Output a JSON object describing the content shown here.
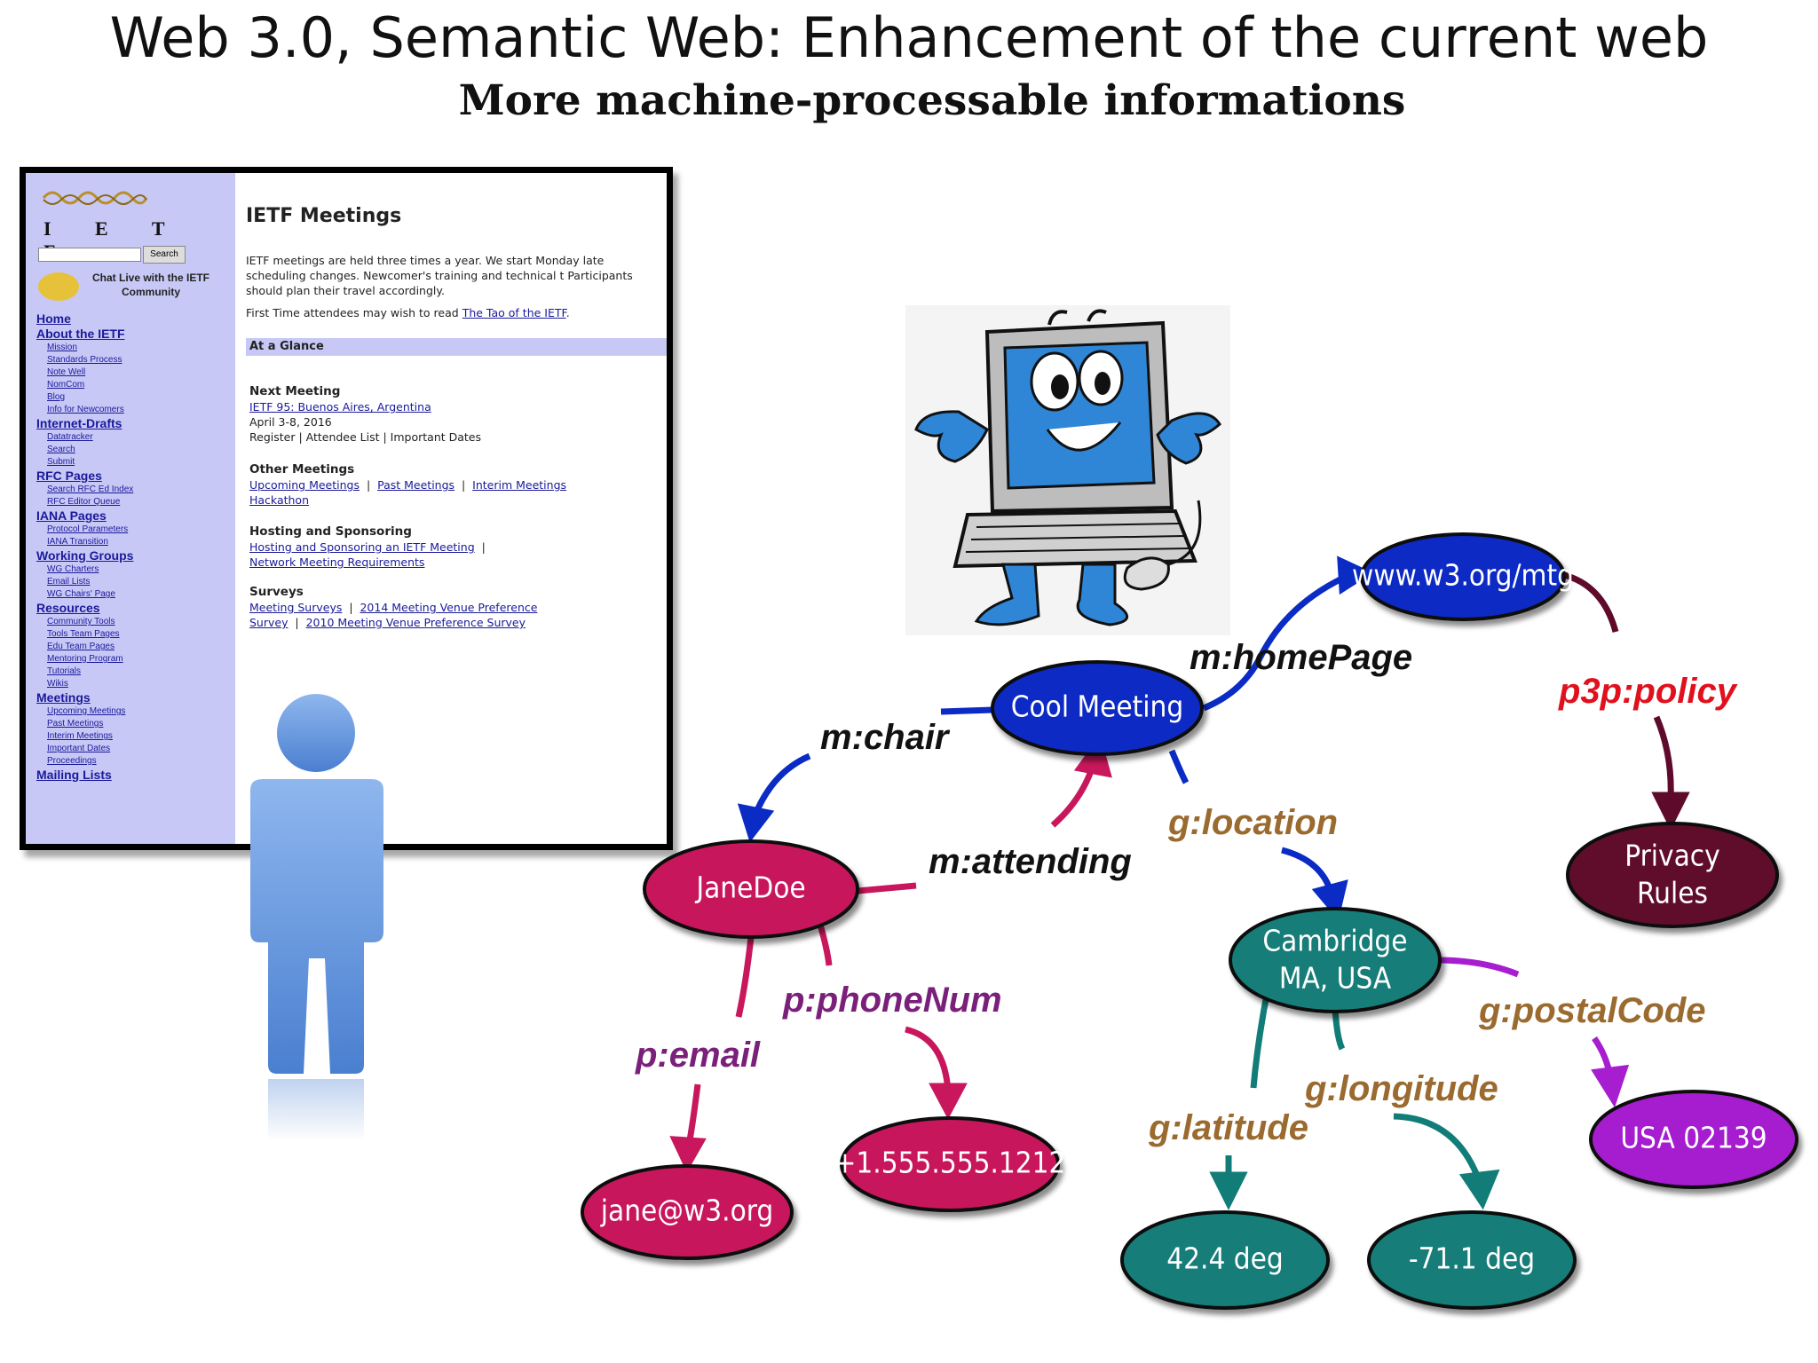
{
  "title": "Web 3.0, Semantic Web: Enhancement of the current web",
  "subtitle": "More machine-processable informations",
  "ietf_page": {
    "logo": "I E T F",
    "search_button": "Search",
    "chat_text": "Chat Live with the IETF Community",
    "nav": [
      {
        "label": "Home",
        "subs": []
      },
      {
        "label": "About the IETF",
        "subs": [
          "Mission",
          "Standards Process",
          "Note Well",
          "NomCom",
          "Blog",
          "Info for Newcomers"
        ]
      },
      {
        "label": "Internet-Drafts",
        "subs": [
          "Datatracker",
          "Search",
          "Submit"
        ]
      },
      {
        "label": "RFC Pages",
        "subs": [
          "Search RFC Ed Index",
          "RFC Editor Queue"
        ]
      },
      {
        "label": "IANA Pages",
        "subs": [
          "Protocol Parameters",
          "IANA Transition"
        ]
      },
      {
        "label": "Working Groups",
        "subs": [
          "WG Charters",
          "Email Lists",
          "WG Chairs' Page"
        ]
      },
      {
        "label": "Resources",
        "subs": [
          "Community Tools",
          "Tools Team Pages",
          "Edu Team Pages",
          "Mentoring Program",
          "Tutorials",
          "Wikis"
        ]
      },
      {
        "label": "Meetings",
        "subs": [
          "Upcoming Meetings",
          "Past Meetings",
          "Interim Meetings",
          "Important Dates",
          "Proceedings"
        ]
      },
      {
        "label": "Mailing Lists",
        "subs": []
      }
    ],
    "heading": "IETF Meetings",
    "intro": "IETF meetings are held three times a year. We start Monday late scheduling changes. Newcomer's training and technical t Participants should plan their travel accordingly.",
    "first_time_text": "First Time attendees may wish to read",
    "first_time_link": "The Tao of the IETF",
    "at_a_glance": "At a Glance",
    "next_meeting": {
      "title": "Next Meeting",
      "link": "IETF 95: Buenos Aires, Argentina",
      "date": "April 3-8, 2016",
      "links_text": "Register  |  Attendee List  |  Important Dates"
    },
    "other_meetings": {
      "title": "Other Meetings",
      "links": [
        "Upcoming Meetings",
        "Past Meetings",
        "Interim Meetings"
      ],
      "extra": "Hackathon"
    },
    "hosting": {
      "title": "Hosting and Sponsoring",
      "link1": "Hosting and Sponsoring an IETF Meeting",
      "link2": "Network Meeting Requirements"
    },
    "surveys": {
      "title": "Surveys",
      "link1": "Meeting Surveys",
      "link2": "2014 Meeting Venue Preference",
      "link3": "Survey",
      "link4": "2010 Meeting Venue Preference Survey"
    }
  },
  "graph": {
    "nodes": {
      "w3": "www.w3.org/mtg",
      "cool": "Cool Meeting",
      "privacy_1": "Privacy",
      "privacy_2": "Rules",
      "jane": "JaneDoe",
      "cambridge_1": "Cambridge",
      "cambridge_2": "MA, USA",
      "email": "jane@w3.org",
      "phone": "+1.555.555.1212",
      "lat": "42.4 deg",
      "lon": "-71.1 deg",
      "postal": "USA 02139"
    },
    "edges": {
      "homepage": "m:homePage",
      "policy": "p3p:policy",
      "chair": "m:chair",
      "attending": "m:attending",
      "location": "g:location",
      "phonenum": "p:phoneNum",
      "email": "p:email",
      "postalcode": "g:postalCode",
      "longitude": "g:longitude",
      "latitude": "g:latitude"
    },
    "colors": {
      "blue": "#0a2bc4",
      "maroon": "#5e0a2a",
      "magenta": "#c8175c",
      "teal": "#127d78",
      "purple": "#a61ecf",
      "label_brown": "#9a6a2e",
      "label_purple": "#7a1f7a",
      "label_red": "#e0101c",
      "label_black": "#111111"
    }
  }
}
